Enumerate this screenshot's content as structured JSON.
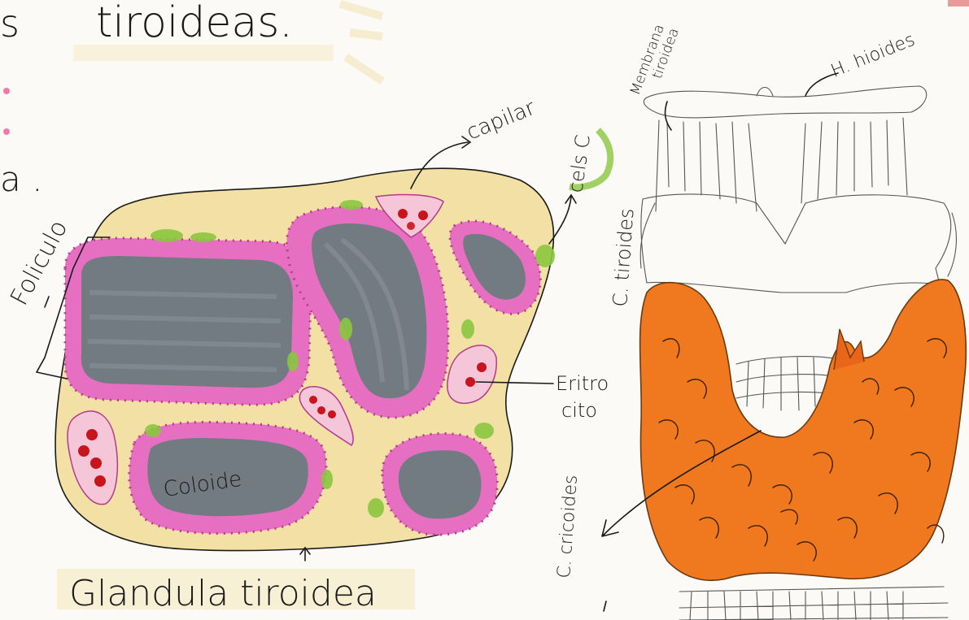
{
  "header": {
    "title_fragment": "tiroideas.",
    "left_fragment": "s"
  },
  "left_margin": {
    "fragment": "a ."
  },
  "diagram": {
    "title": "Glandula tiroidea",
    "labels": {
      "foliculo": "Foliculo",
      "capilar": "capilar",
      "cels_c": "cels C",
      "eritrocito_line1": "Eritro",
      "eritrocito_line2": "cito",
      "coloide": "Coloide"
    }
  },
  "anatomy": {
    "labels": {
      "membrana_line1": "Membrana",
      "membrana_line2": "tiroidea",
      "hioides": "H. hioides",
      "cartilago_tiroides": "C. tiroides",
      "cartilago_cricoides": "C. cricoides"
    }
  },
  "colors": {
    "background": "#fbfaf6",
    "stroma": "#f3e0a4",
    "follicle_cells": "#e76fc1",
    "colloid": "#737b82",
    "erythrocyte": "#c8141c",
    "c_cells": "#8bc63f",
    "thyroid_lobe": "#f0781e"
  }
}
